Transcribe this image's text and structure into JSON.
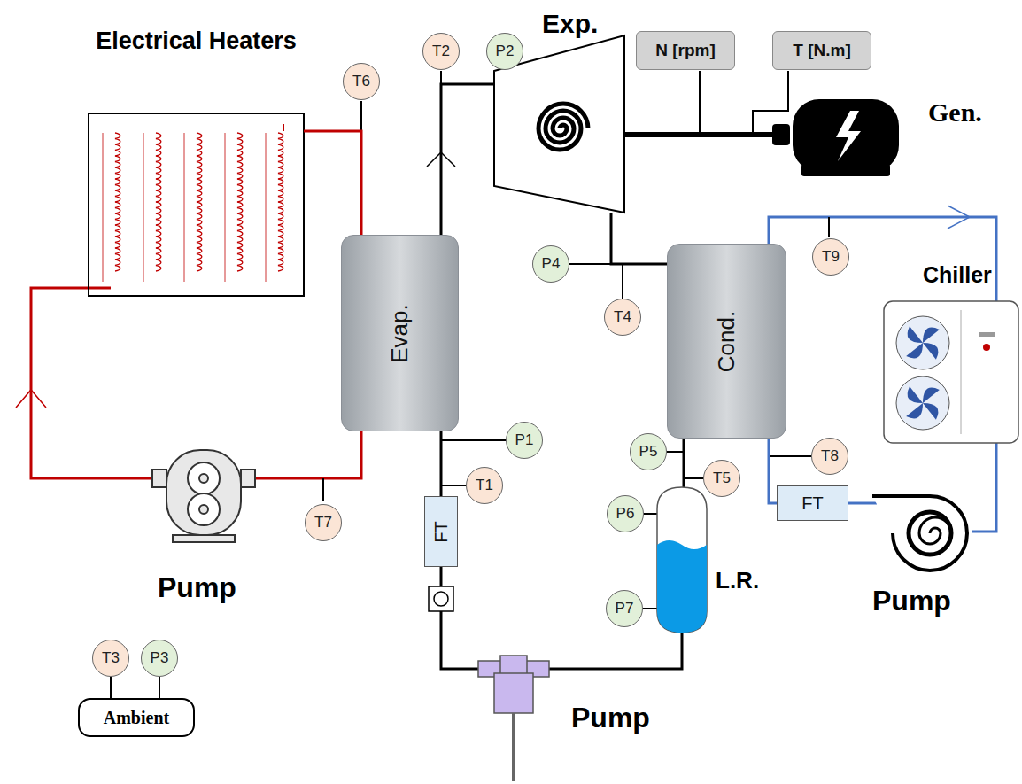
{
  "diagram": {
    "nodes": [
      {
        "text": [
          "Electrical Heaters"
        ]
      },
      {
        "text": [
          "T6"
        ]
      },
      {
        "text": [
          "T2"
        ]
      },
      {
        "text": [
          "P2"
        ]
      },
      {
        "text": [
          "N [rpm]"
        ]
      },
      {
        "text": [
          "T [N.m]"
        ]
      },
      {
        "text": [
          "Evap."
        ]
      },
      {
        "text": [
          "P4"
        ]
      },
      {
        "text": [
          "T4"
        ]
      },
      {
        "text": [
          "Cond."
        ]
      },
      {
        "text": [
          "T9"
        ]
      },
      {
        "text": [
          "P1"
        ]
      },
      {
        "text": [
          "T1"
        ]
      },
      {
        "text": [
          "P5"
        ]
      },
      {
        "text": [
          "T5"
        ]
      },
      {
        "text": [
          "T8"
        ]
      },
      {
        "text": [
          "FT"
        ]
      },
      {
        "text": [
          "FT"
        ]
      },
      {
        "text": [
          "P6"
        ]
      },
      {
        "text": [
          "T7"
        ]
      },
      {
        "text": [
          "P7"
        ]
      },
      {
        "text": [
          "T3"
        ]
      },
      {
        "text": [
          "P3"
        ]
      },
      {
        "text": [
          "Ambient"
        ]
      }
    ],
    "edges": [
      {
        "from": 0,
        "to": 6,
        "arrow": "none"
      },
      {
        "from": 6,
        "to": 16,
        "arrow": "none"
      },
      {
        "from": 9,
        "to": 17,
        "arrow": "none"
      },
      {
        "from": 23,
        "to": 21,
        "arrow": "none"
      },
      {
        "from": 23,
        "to": 22,
        "arrow": "none"
      }
    ],
    "labels": [
      "Exp.",
      "Gen.",
      "Chiller",
      "Pump",
      "L.R.",
      "Pump",
      "Pump"
    ]
  }
}
